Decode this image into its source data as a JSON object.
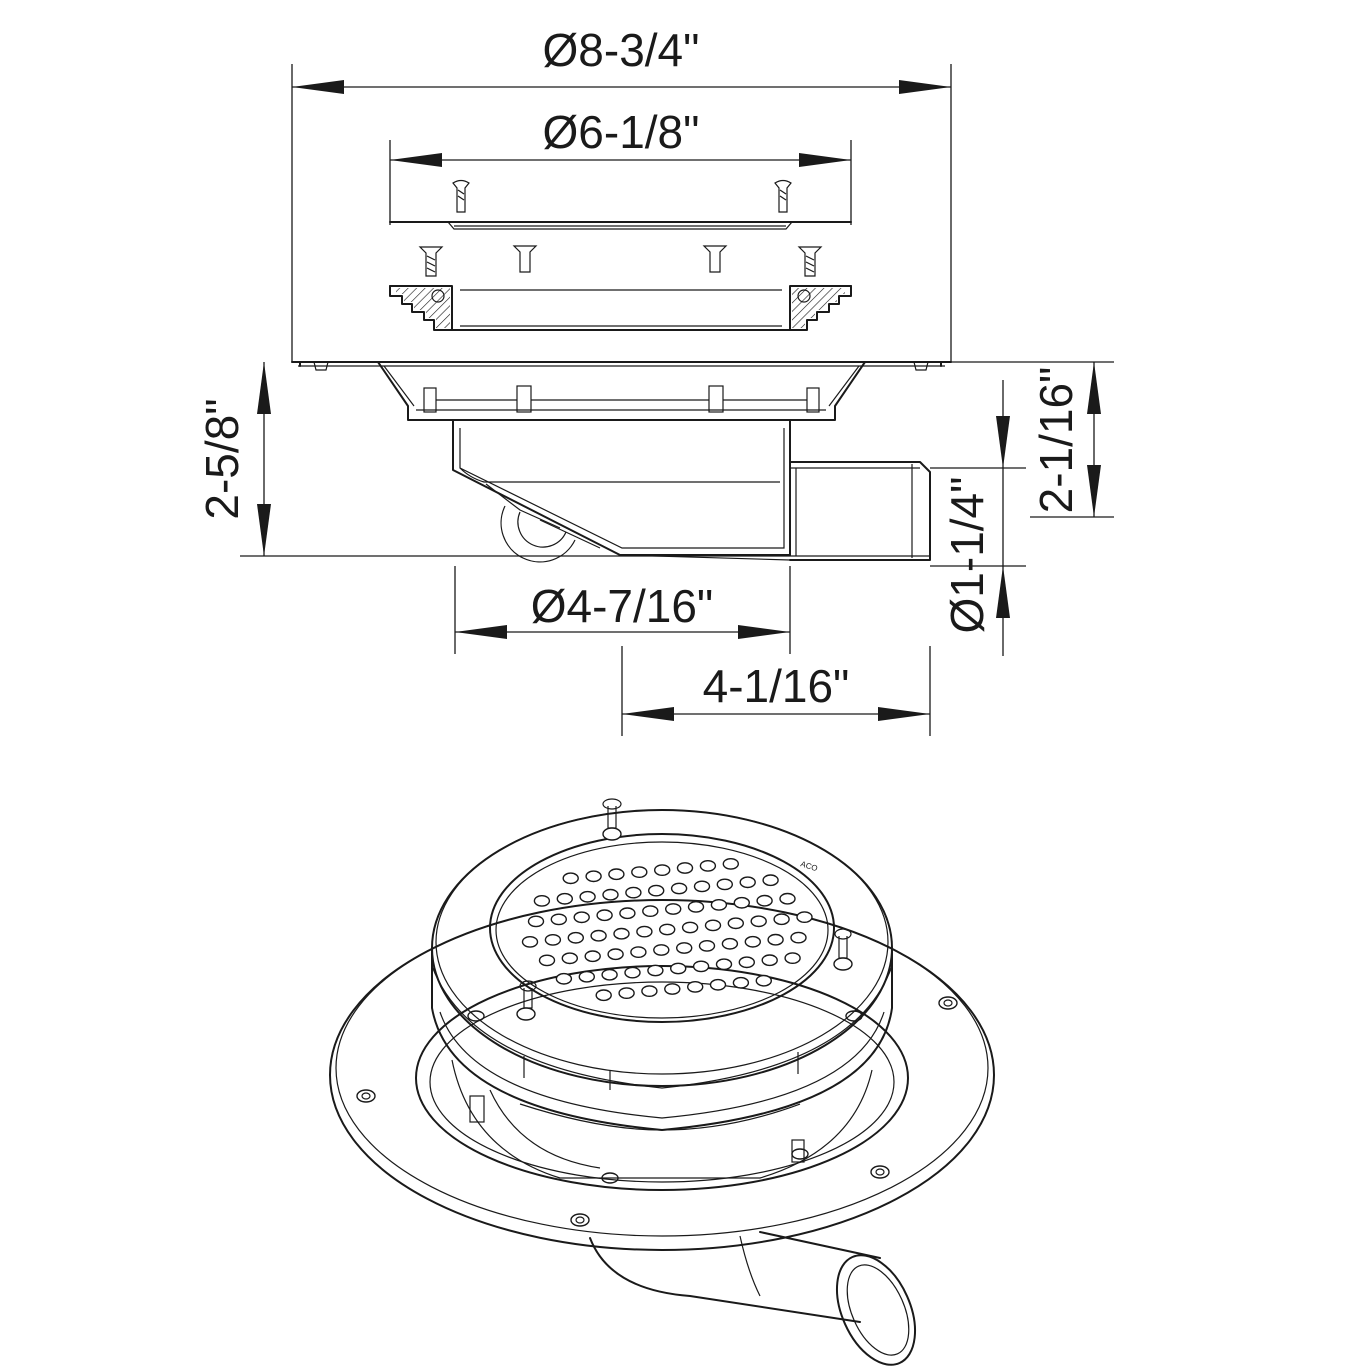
{
  "dimensions": {
    "overall_diameter": "Ø8-3/4\"",
    "grate_diameter": "Ø6-1/8\"",
    "height": "2-5/8\"",
    "outlet_height": "2-1/16\"",
    "outlet_diameter": "Ø1-1/4\"",
    "body_diameter": "Ø4-7/16\"",
    "outlet_length": "4-1/16\""
  },
  "colors": {
    "line": "#1a1a1a",
    "background": "#ffffff"
  }
}
